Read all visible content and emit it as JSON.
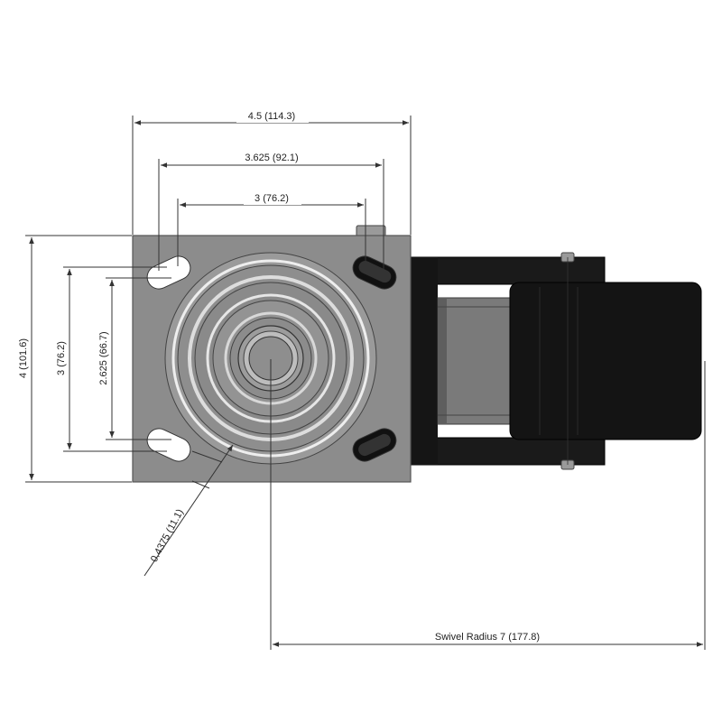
{
  "dimensions": {
    "overall_width": "4.5 (114.3)",
    "hole_spacing_outer": "3.625 (92.1)",
    "hole_spacing_inner": "3 (76.2)",
    "overall_length": "4 (101.6)",
    "hole_spacing_vertical_outer": "3 (76.2)",
    "hole_spacing_vertical_inner": "2.625 (66.7)",
    "bolt_hole_size": "0.4375 (11.1)",
    "swivel_radius": "Swivel Radius 7 (177.8)"
  },
  "colors": {
    "plate": "#8c8c8c",
    "plate_edge": "#555555",
    "wheel": "#141414",
    "hub": "#7a7a7a",
    "dimension_line": "#333333"
  }
}
